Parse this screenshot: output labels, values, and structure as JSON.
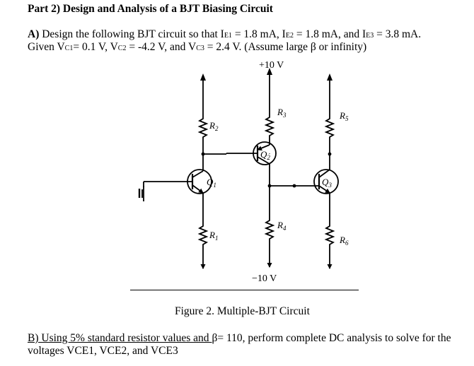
{
  "title": "Part 2) Design and Analysis of a BJT Biasing Circuit",
  "partA": {
    "label": "A)",
    "line1_pre": "Design the following BJT circuit so that I",
    "ie1_sub": "E1",
    "line1_mid1": " = 1.8 mA, I",
    "ie2_sub": "E2",
    "line1_mid2": " = 1.8 mA, and I",
    "ie3_sub": "E3",
    "line1_end": " = 3.8 mA.",
    "line2_pre": "Given V",
    "vc1_sub": "C1",
    "line2_mid1": "= 0.1 V, V",
    "vc2_sub": "C2",
    "line2_mid2": " = -4.2 V, and V",
    "vc3_sub": "C3",
    "line2_end": " = 2.4 V. (Assume large β or infinity)"
  },
  "circuit": {
    "supply_pos": "+10 V",
    "supply_neg": "−10 V",
    "resistors": {
      "r1": {
        "name": "R",
        "sub": "1"
      },
      "r2": {
        "name": "R",
        "sub": "2"
      },
      "r3": {
        "name": "R",
        "sub": "3"
      },
      "r4": {
        "name": "R",
        "sub": "4"
      },
      "r5": {
        "name": "R",
        "sub": "5"
      },
      "r6": {
        "name": "R",
        "sub": "6"
      }
    },
    "transistors": {
      "q1": {
        "name": "Q",
        "sub": "1"
      },
      "q2": {
        "name": "Q",
        "sub": "2"
      },
      "q3": {
        "name": "Q",
        "sub": "3"
      }
    }
  },
  "caption": "Figure 2. Multiple-BJT Circuit",
  "partB": {
    "line1_underlined": "B) Using 5% standard resistor values and ",
    "line1_rest": "β= 110, perform complete DC analysis to solve for the",
    "line2": "voltages VCE1, VCE2, and VCE3"
  }
}
